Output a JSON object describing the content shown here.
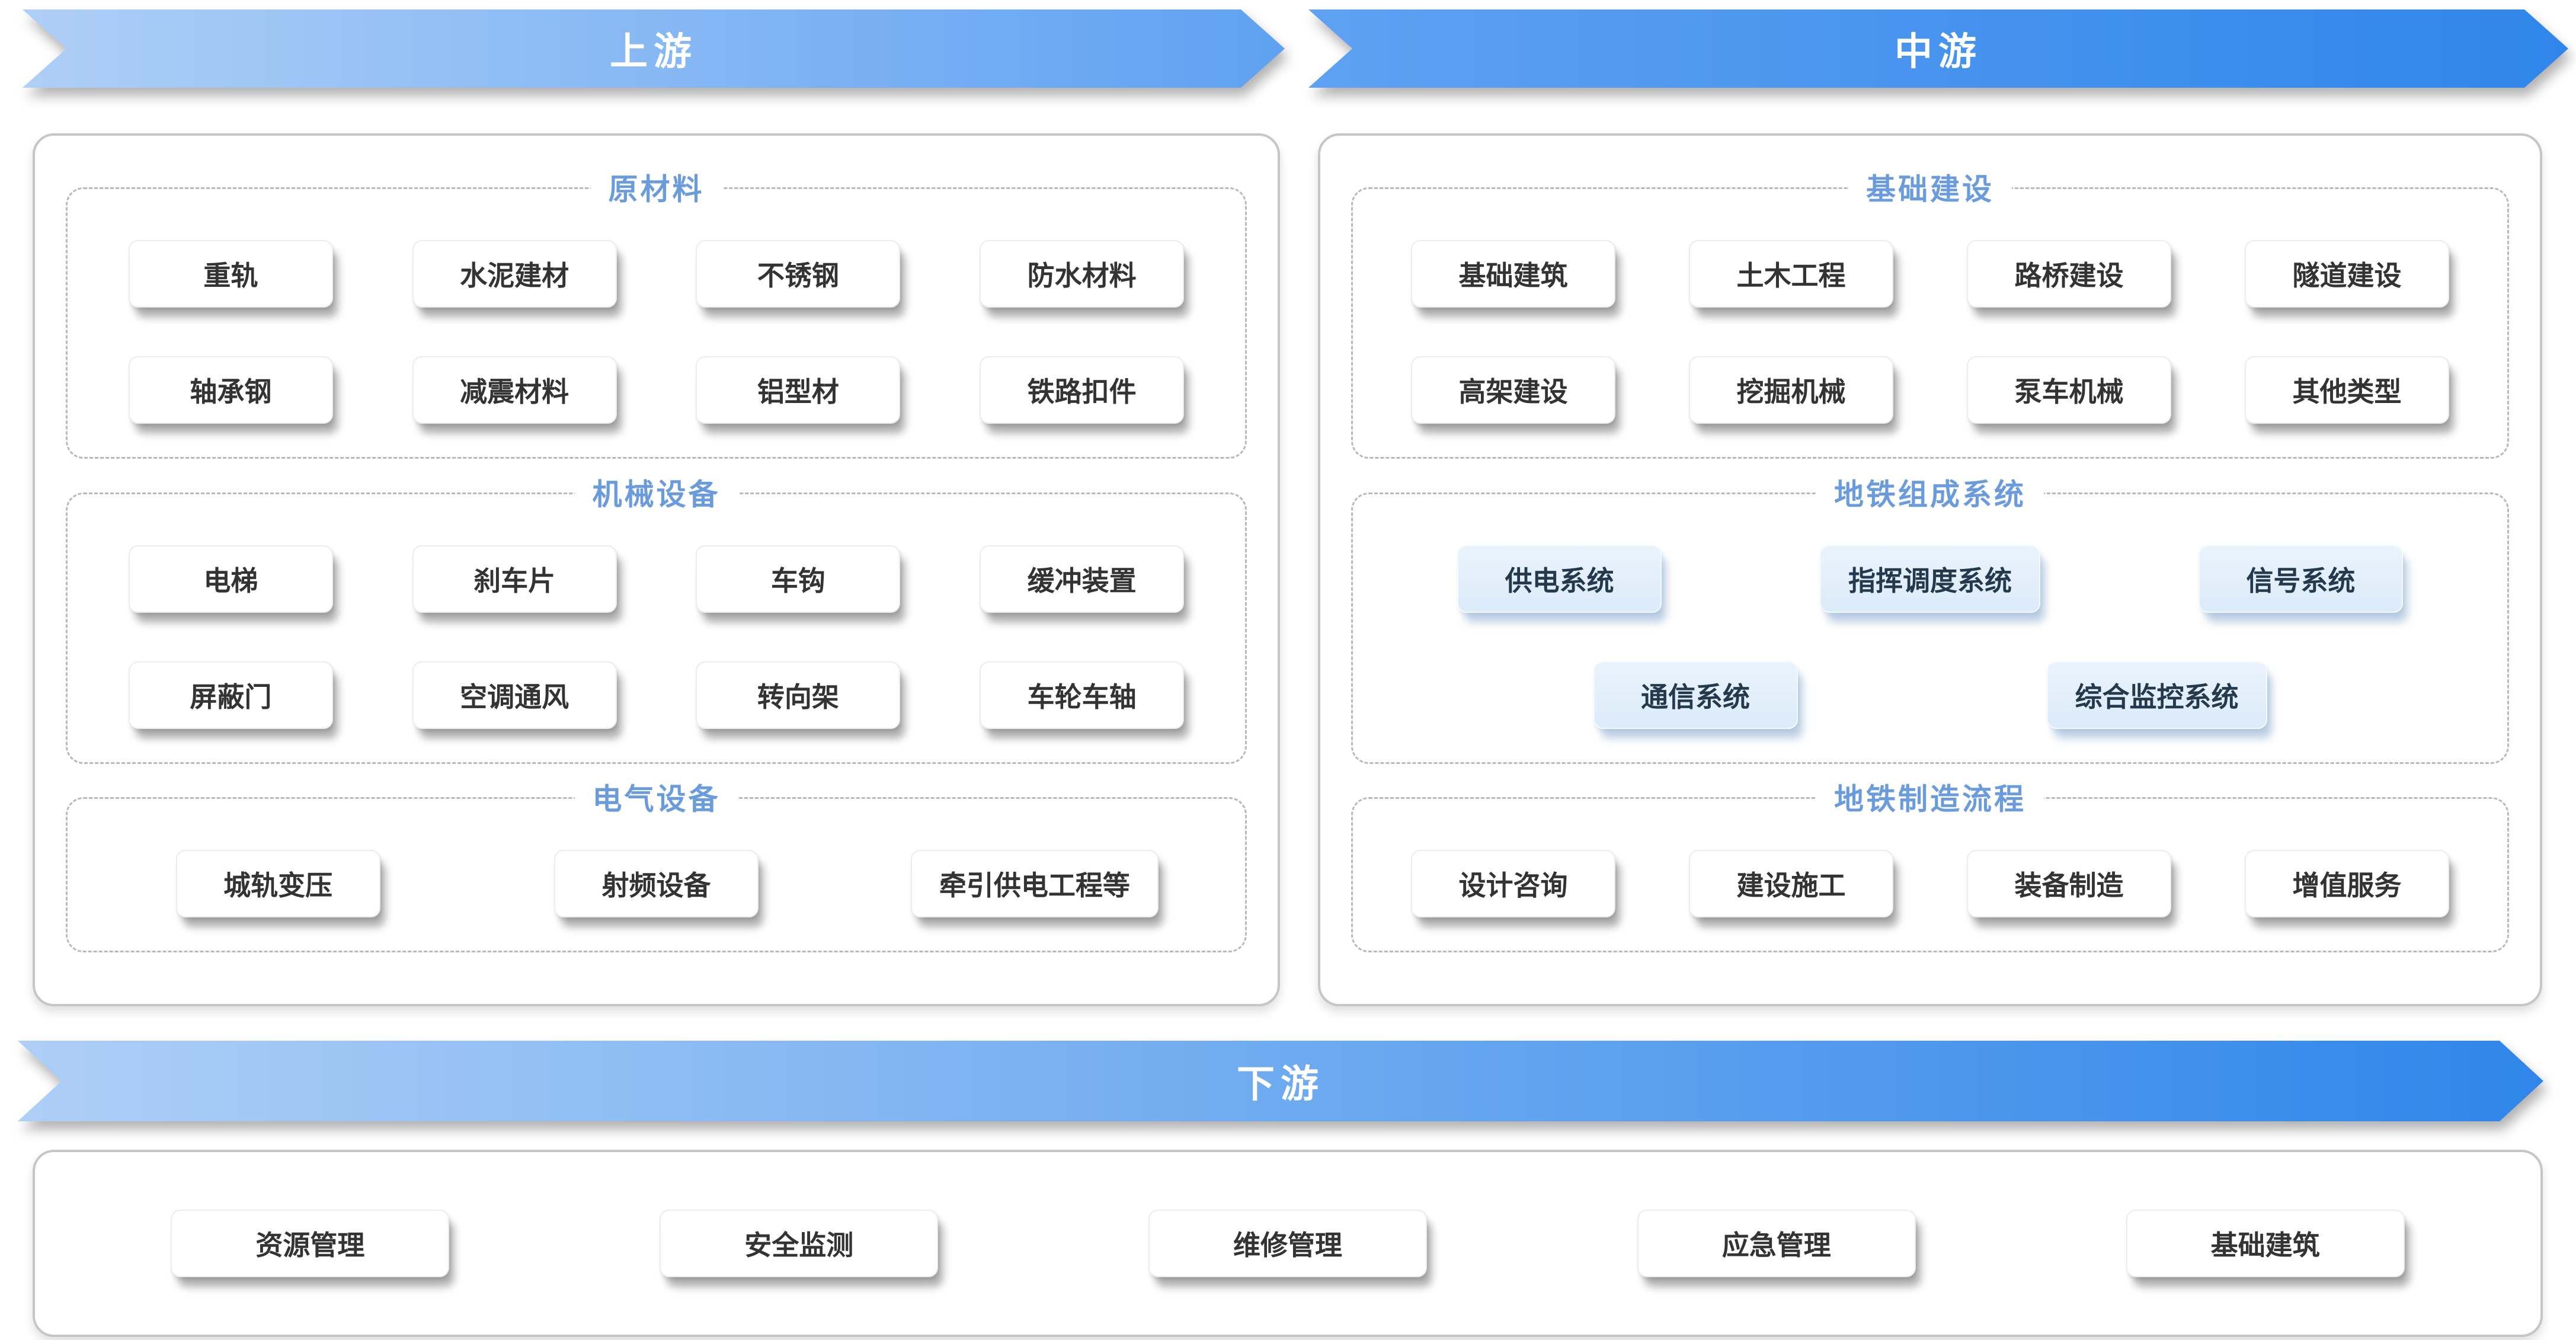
{
  "banners": {
    "upstream": {
      "label": "上游"
    },
    "midstream": {
      "label": "中游"
    },
    "downstream": {
      "label": "下游"
    }
  },
  "colors": {
    "banner_gradient_light": "#aecff6",
    "banner_gradient_mid": "#5fa1f2",
    "banner_gradient_dark": "#2f86ea",
    "section_title_blue": "#6a9cdd",
    "chip_blue_background": "#dcebf9"
  },
  "upstream_panel": {
    "sections": [
      {
        "title": "原材料",
        "chip_style": "white",
        "rows": [
          [
            "重轨",
            "水泥建材",
            "不锈钢",
            "防水材料"
          ],
          [
            "轴承钢",
            "减震材料",
            "铝型材",
            "铁路扣件"
          ]
        ]
      },
      {
        "title": "机械设备",
        "chip_style": "white",
        "rows": [
          [
            "电梯",
            "刹车片",
            "车钩",
            "缓冲装置"
          ],
          [
            "屏蔽门",
            "空调通风",
            "转向架",
            "车轮车轴"
          ]
        ]
      },
      {
        "title": "电气设备",
        "chip_style": "white",
        "rows": [
          [
            "城轨变压",
            "射频设备",
            "牵引供电工程等"
          ]
        ]
      }
    ]
  },
  "midstream_panel": {
    "sections": [
      {
        "title": "基础建设",
        "chip_style": "white",
        "rows": [
          [
            "基础建筑",
            "土木工程",
            "路桥建设",
            "隧道建设"
          ],
          [
            "高架建设",
            "挖掘机械",
            "泵车机械",
            "其他类型"
          ]
        ]
      },
      {
        "title": "地铁组成系统",
        "chip_style": "blue",
        "rows": [
          [
            "供电系统",
            "指挥调度系统",
            "信号系统"
          ],
          [
            "通信系统",
            "综合监控系统"
          ]
        ]
      },
      {
        "title": "地铁制造流程",
        "chip_style": "white",
        "rows": [
          [
            "设计咨询",
            "建设施工",
            "装备制造",
            "增值服务"
          ]
        ]
      }
    ]
  },
  "downstream_panel": {
    "items": [
      "资源管理",
      "安全监测",
      "维修管理",
      "应急管理",
      "基础建筑"
    ]
  }
}
